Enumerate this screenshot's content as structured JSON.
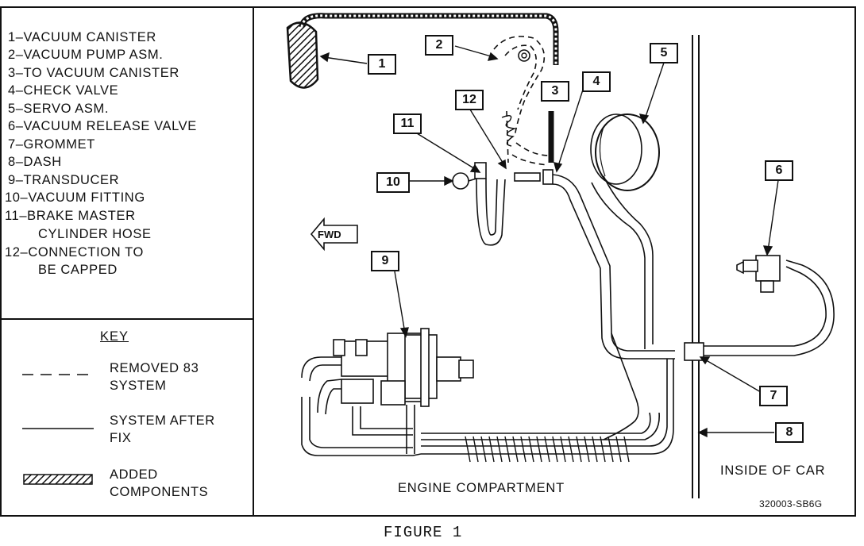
{
  "legend": [
    "1–VACUUM CANISTER",
    "2–VACUUM PUMP ASM.",
    "3–TO VACUUM CANISTER",
    "4–CHECK VALVE",
    "5–SERVO ASM.",
    "6–VACUUM RELEASE VALVE",
    "7–GROMMET",
    "8–DASH",
    "9–TRANSDUCER",
    "10–VACUUM FITTING",
    "11–BRAKE MASTER",
    "CYLINDER HOSE",
    "12–CONNECTION TO",
    "BE CAPPED"
  ],
  "key": {
    "title": "KEY",
    "removed_1": "REMOVED 83",
    "removed_2": "SYSTEM",
    "after_1": "SYSTEM AFTER",
    "after_2": "FIX",
    "added_1": "ADDED",
    "added_2": "COMPONENTS"
  },
  "callouts": [
    "1",
    "2",
    "3",
    "4",
    "5",
    "6",
    "7",
    "8",
    "9",
    "10",
    "11",
    "12"
  ],
  "fwd": "FWD",
  "engine_compartment": "ENGINE COMPARTMENT",
  "inside_of_car": "INSIDE OF CAR",
  "figure_id": "320003-SB6G",
  "caption": "FIGURE 1"
}
